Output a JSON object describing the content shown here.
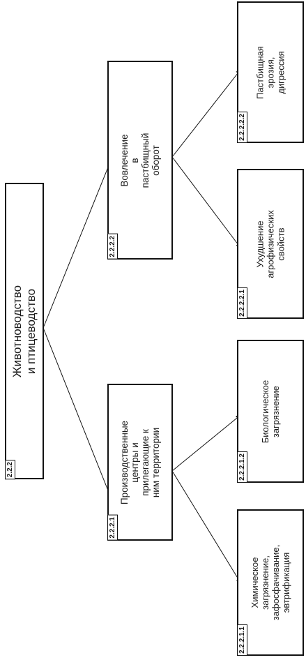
{
  "root": {
    "code": "2.2.2",
    "title": "Животноводство и птицеводство"
  },
  "level2": [
    {
      "code": "2.2.2.1",
      "text": "Производственные центры и\nприлегающие к ним территории"
    },
    {
      "code": "2.2.2.2",
      "text": "Вовлечение\nв пастбищный оборот"
    }
  ],
  "level3": [
    {
      "code": "2.2.2.1.1",
      "text": "Химическое\nзагрязнение,\nзафосфачивание,\nэвтрификация"
    },
    {
      "code": "2.2.2.1.2",
      "text": "Биологическое\nзагрязнение"
    },
    {
      "code": "2.2.2.2.1",
      "text": "Ухудшение\nагрофизических свойств"
    },
    {
      "code": "2.2.2.2.2",
      "text": "Пастбищная\nэрозия,\nдигрессия"
    }
  ]
}
